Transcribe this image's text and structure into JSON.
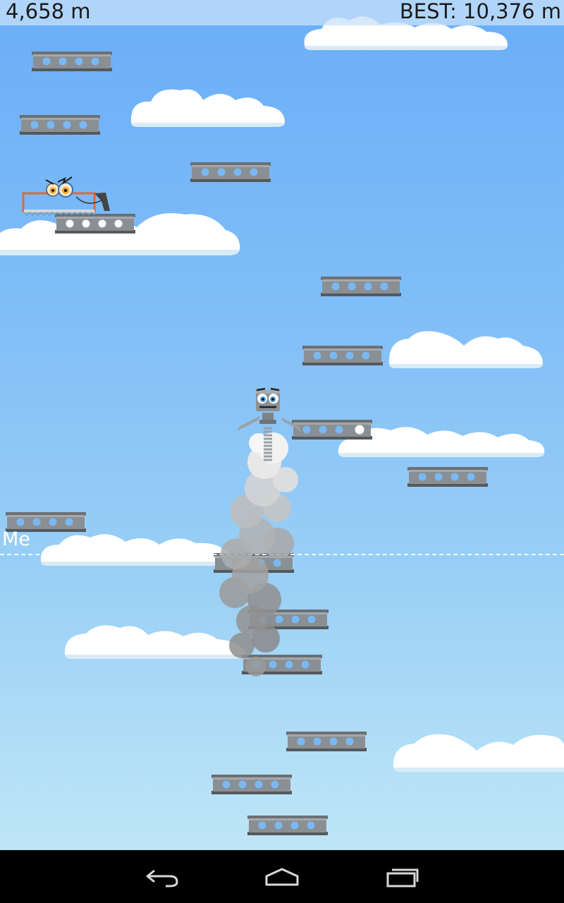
{
  "hud": {
    "height": "4,658 m",
    "best": "BEST: 10,376 m"
  },
  "marker": {
    "label": "Me"
  },
  "colors": {
    "sky_top": "#6aaef8",
    "sky_bottom": "#bfe6f7",
    "girder": "#8a8f94",
    "girder_hole": "#7ab8f2",
    "cloud": "#ffffff",
    "saw_frame": "#e0683a"
  },
  "sprites": {
    "player": "spring-robot-icon",
    "enemy": "saw-monster-icon"
  },
  "navbar": {
    "back": "back-icon",
    "home": "home-icon",
    "recents": "recents-icon"
  }
}
